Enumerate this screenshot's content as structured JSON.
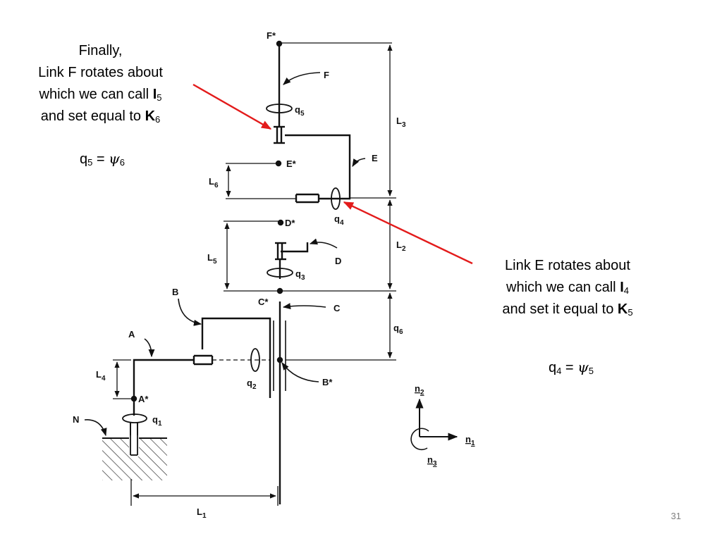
{
  "left_note": {
    "line1": "Finally,",
    "line2": "Link F rotates about",
    "line3_pre": "which we can call ",
    "line3_bold": "I",
    "line3_sub": "5",
    "line4_pre": "and set equal to ",
    "line4_bold": "K",
    "line4_sub": "6",
    "eq_q": "q",
    "eq_qsub": "5",
    "eq_mid": " = ",
    "eq_psi": "ψ",
    "eq_psisub": "6"
  },
  "right_note": {
    "line1": "Link E rotates about",
    "line2_pre": "which we can call ",
    "line2_bold": "I",
    "line2_sub": "4",
    "line3_pre": "and set it equal to ",
    "line3_bold": "K",
    "line3_sub": "5",
    "eq_q": "q",
    "eq_qsub": "4",
    "eq_mid": " = ",
    "eq_psi": "ψ",
    "eq_psisub": "5"
  },
  "diagram": {
    "labels": {
      "f_star": "F*",
      "f": "F",
      "q5": "q",
      "q5_sub": "5",
      "l3": "L",
      "l3_sub": "3",
      "e": "E",
      "e_star": "E*",
      "l6": "L",
      "l6_sub": "6",
      "q4": "q",
      "q4_sub": "4",
      "l2": "L",
      "l2_sub": "2",
      "d_star": "D*",
      "l5": "L",
      "l5_sub": "5",
      "d": "D",
      "q3": "q",
      "q3_sub": "3",
      "c_star": "C*",
      "c": "C",
      "b": "B",
      "q6": "q",
      "q6_sub": "6",
      "a": "A",
      "l4": "L",
      "l4_sub": "4",
      "q2": "q",
      "q2_sub": "2",
      "b_star": "B*",
      "a_star": "A*",
      "q1": "q",
      "q1_sub": "1",
      "n": "N",
      "l1": "L",
      "l1_sub": "1",
      "n1": "n",
      "n1_sub": "1",
      "n2": "n",
      "n2_sub": "2",
      "n3": "n",
      "n3_sub": "3"
    },
    "arrow_color": "#e31b1b"
  },
  "page_number": "31"
}
